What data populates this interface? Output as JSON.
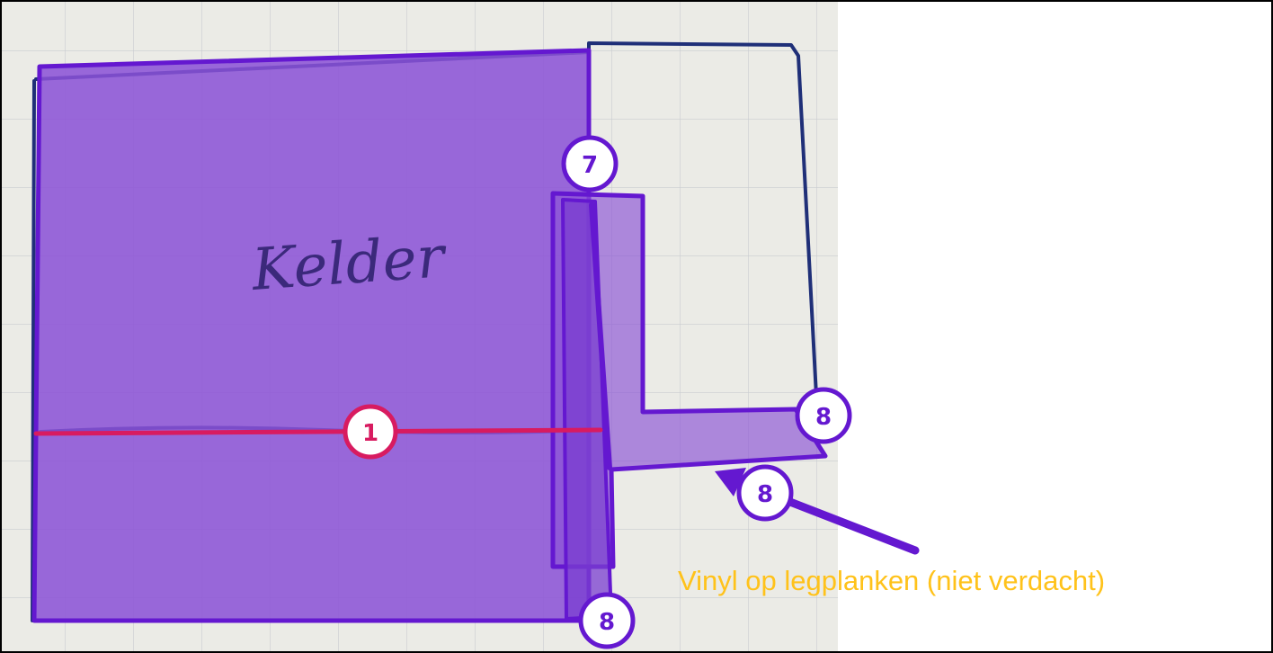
{
  "sketch": {
    "handwritten_label": "Kelder"
  },
  "markers": [
    {
      "id": "marker-1",
      "number": "1"
    },
    {
      "id": "marker-7",
      "number": "7"
    },
    {
      "id": "marker-8-right",
      "number": "8"
    },
    {
      "id": "marker-8-arrow",
      "number": "8"
    },
    {
      "id": "marker-8-bottom",
      "number": "8"
    }
  ],
  "annotation": {
    "text": "Vinyl op legplanken (niet verdacht)"
  },
  "colors": {
    "overlay_fill": "#8a52d6",
    "overlay_stroke": "#6418d0",
    "line_red": "#d81b60",
    "badge_fill": "#ffffff",
    "caption_color": "#ffc21a",
    "paper": "#ebebe6",
    "ink": "#1f2f78"
  }
}
